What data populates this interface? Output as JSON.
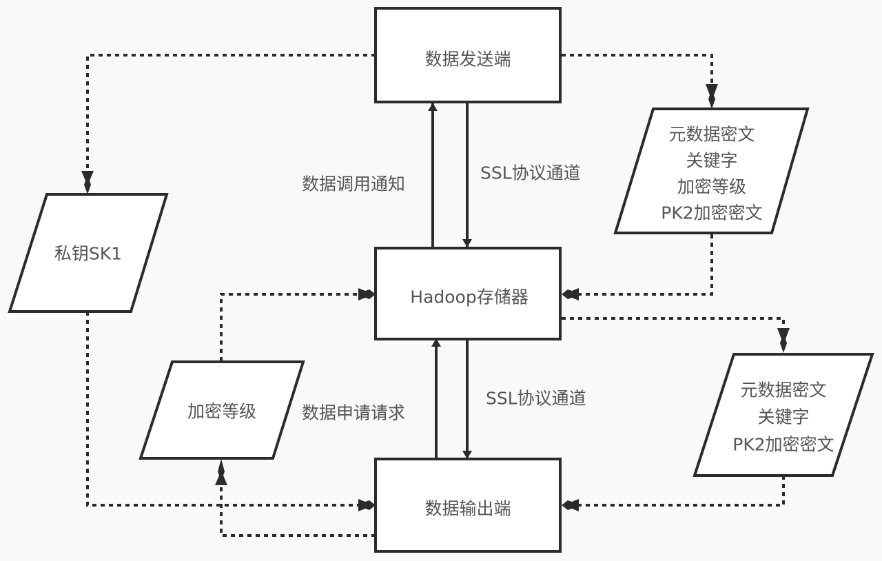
{
  "diagram": {
    "nodes": {
      "sender": {
        "label": "数据发送端",
        "shape": "process"
      },
      "hadoop": {
        "label": "Hadoop存储器",
        "shape": "process"
      },
      "output": {
        "label": "数据输出端",
        "shape": "process"
      },
      "private_key": {
        "label": "私钥SK1",
        "shape": "data"
      },
      "enc_level": {
        "label": "加密等级",
        "shape": "data"
      },
      "meta_upper": {
        "lines": [
          "元数据密文",
          "关键字",
          "加密等级",
          "PK2加密密文"
        ],
        "shape": "data"
      },
      "meta_lower": {
        "lines": [
          "元数据密文",
          "关键字",
          "PK2加密密文"
        ],
        "shape": "data"
      }
    },
    "edge_labels": {
      "call_notice": "数据调用通知",
      "ssl_upper": "SSL协议通道",
      "apply_request": "数据申请请求",
      "ssl_lower": "SSL协议通道"
    },
    "edges": [
      {
        "from": "hadoop",
        "to": "sender",
        "style": "solid",
        "label": "数据调用通知"
      },
      {
        "from": "sender",
        "to": "hadoop",
        "style": "solid",
        "label": "SSL协议通道"
      },
      {
        "from": "output",
        "to": "hadoop",
        "style": "solid",
        "label": "数据申请请求"
      },
      {
        "from": "hadoop",
        "to": "output",
        "style": "solid",
        "label": "SSL协议通道"
      },
      {
        "from": "sender",
        "to": "private_key",
        "style": "dotted"
      },
      {
        "from": "sender",
        "to": "meta_upper",
        "style": "dotted"
      },
      {
        "from": "meta_upper",
        "to": "hadoop",
        "style": "dotted"
      },
      {
        "from": "hadoop",
        "to": "meta_lower",
        "style": "dotted"
      },
      {
        "from": "meta_lower",
        "to": "output",
        "style": "dotted"
      },
      {
        "from": "private_key",
        "to": "output",
        "style": "dotted"
      },
      {
        "from": "enc_level",
        "to": "hadoop",
        "style": "dotted"
      },
      {
        "from": "output",
        "to": "enc_level",
        "style": "dotted"
      }
    ],
    "colors": {
      "stroke": "#2b2b2b",
      "text": "#555555",
      "fill": "#ffffff",
      "background": "#f9f9f9"
    }
  }
}
